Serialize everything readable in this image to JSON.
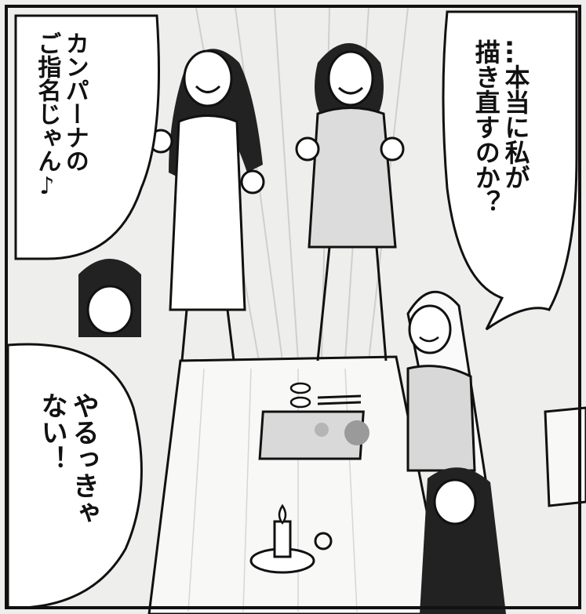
{
  "panel": {
    "bubbles": [
      {
        "text": "カンパーナの\nご指名じゃん♪"
      },
      {
        "text": "…本当に私が\n描き直すのか？"
      },
      {
        "text": "やるっきゃ\nない！"
      }
    ]
  },
  "colors": {
    "ink": "#111111",
    "paper": "#f4f4f2",
    "bubble": "#ffffff",
    "screentone": "#c8c8c8"
  }
}
